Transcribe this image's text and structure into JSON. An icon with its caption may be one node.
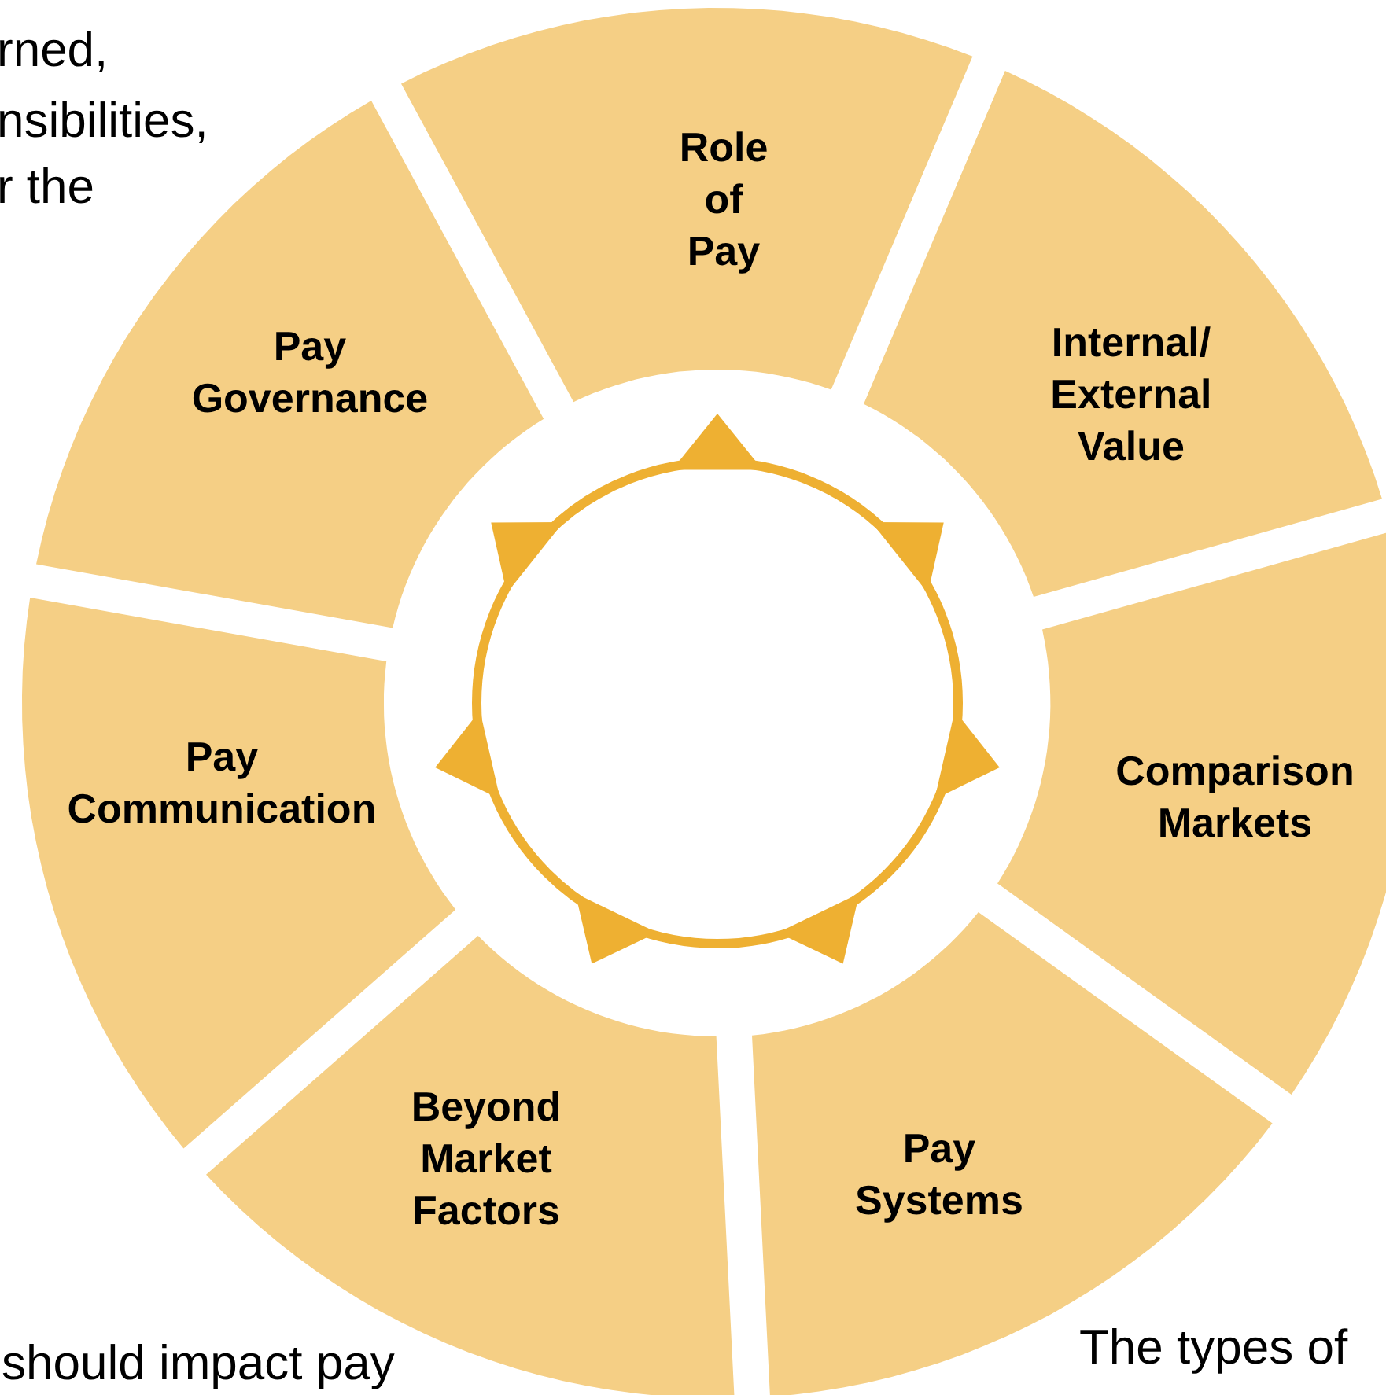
{
  "diagram": {
    "nodes": [
      {
        "text": [
          "Role of Pay"
        ]
      },
      {
        "text": [
          "Internal/ External Value"
        ]
      },
      {
        "text": [
          "Comparison Markets"
        ]
      },
      {
        "text": [
          "Pay Systems"
        ]
      },
      {
        "text": [
          "Beyond Market Factors"
        ]
      },
      {
        "text": [
          "Pay Communication"
        ]
      },
      {
        "text": [
          "Pay Governance"
        ]
      }
    ],
    "labels": [
      "rned,",
      "nsibilities,",
      "r the",
      "should impact pay",
      "The types of"
    ]
  }
}
